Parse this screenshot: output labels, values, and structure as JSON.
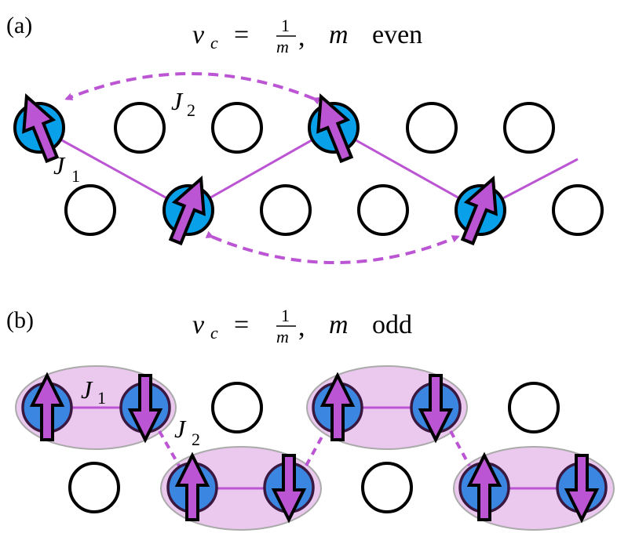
{
  "colors": {
    "spin": "#bb55d3",
    "site_filled_a": "#08a0e8",
    "site_filled_b": "#3a86e0",
    "site_outline_b": "#3a1840",
    "bond": "#bb55d3",
    "singlet_fill": "#ebc9ef",
    "singlet_stroke": "#aaaaaa",
    "empty_site_stroke": "#000000"
  },
  "panels": [
    {
      "id": "a",
      "label": "(a)",
      "title": {
        "nu": "ν",
        "sub": "c",
        "eq": "=",
        "num": "1",
        "den": "m",
        "comma": ",",
        "m": "m",
        "parity": "even"
      },
      "bond_labels": {
        "J1": "J",
        "J1_sub": "1",
        "J2": "J",
        "J2_sub": "2"
      },
      "rows": {
        "top": [
          "up-tilted-left",
          "empty",
          "empty",
          "up-tilted-left",
          "empty",
          "empty"
        ],
        "bottom": [
          "empty",
          "up-tilted-right",
          "empty",
          "empty",
          "up-tilted-right",
          "empty"
        ]
      }
    },
    {
      "id": "b",
      "label": "(b)",
      "title": {
        "nu": "ν",
        "sub": "c",
        "eq": "=",
        "num": "1",
        "den": "m",
        "comma": ",",
        "m": "m",
        "parity": "odd"
      },
      "bond_labels": {
        "J1": "J",
        "J1_sub": "1",
        "J2": "J",
        "J2_sub": "2"
      },
      "rows": {
        "top": [
          "up",
          "down",
          "empty",
          "up",
          "down",
          "empty"
        ],
        "bottom": [
          "empty",
          "up",
          "down",
          "empty",
          "up",
          "down"
        ]
      }
    }
  ]
}
